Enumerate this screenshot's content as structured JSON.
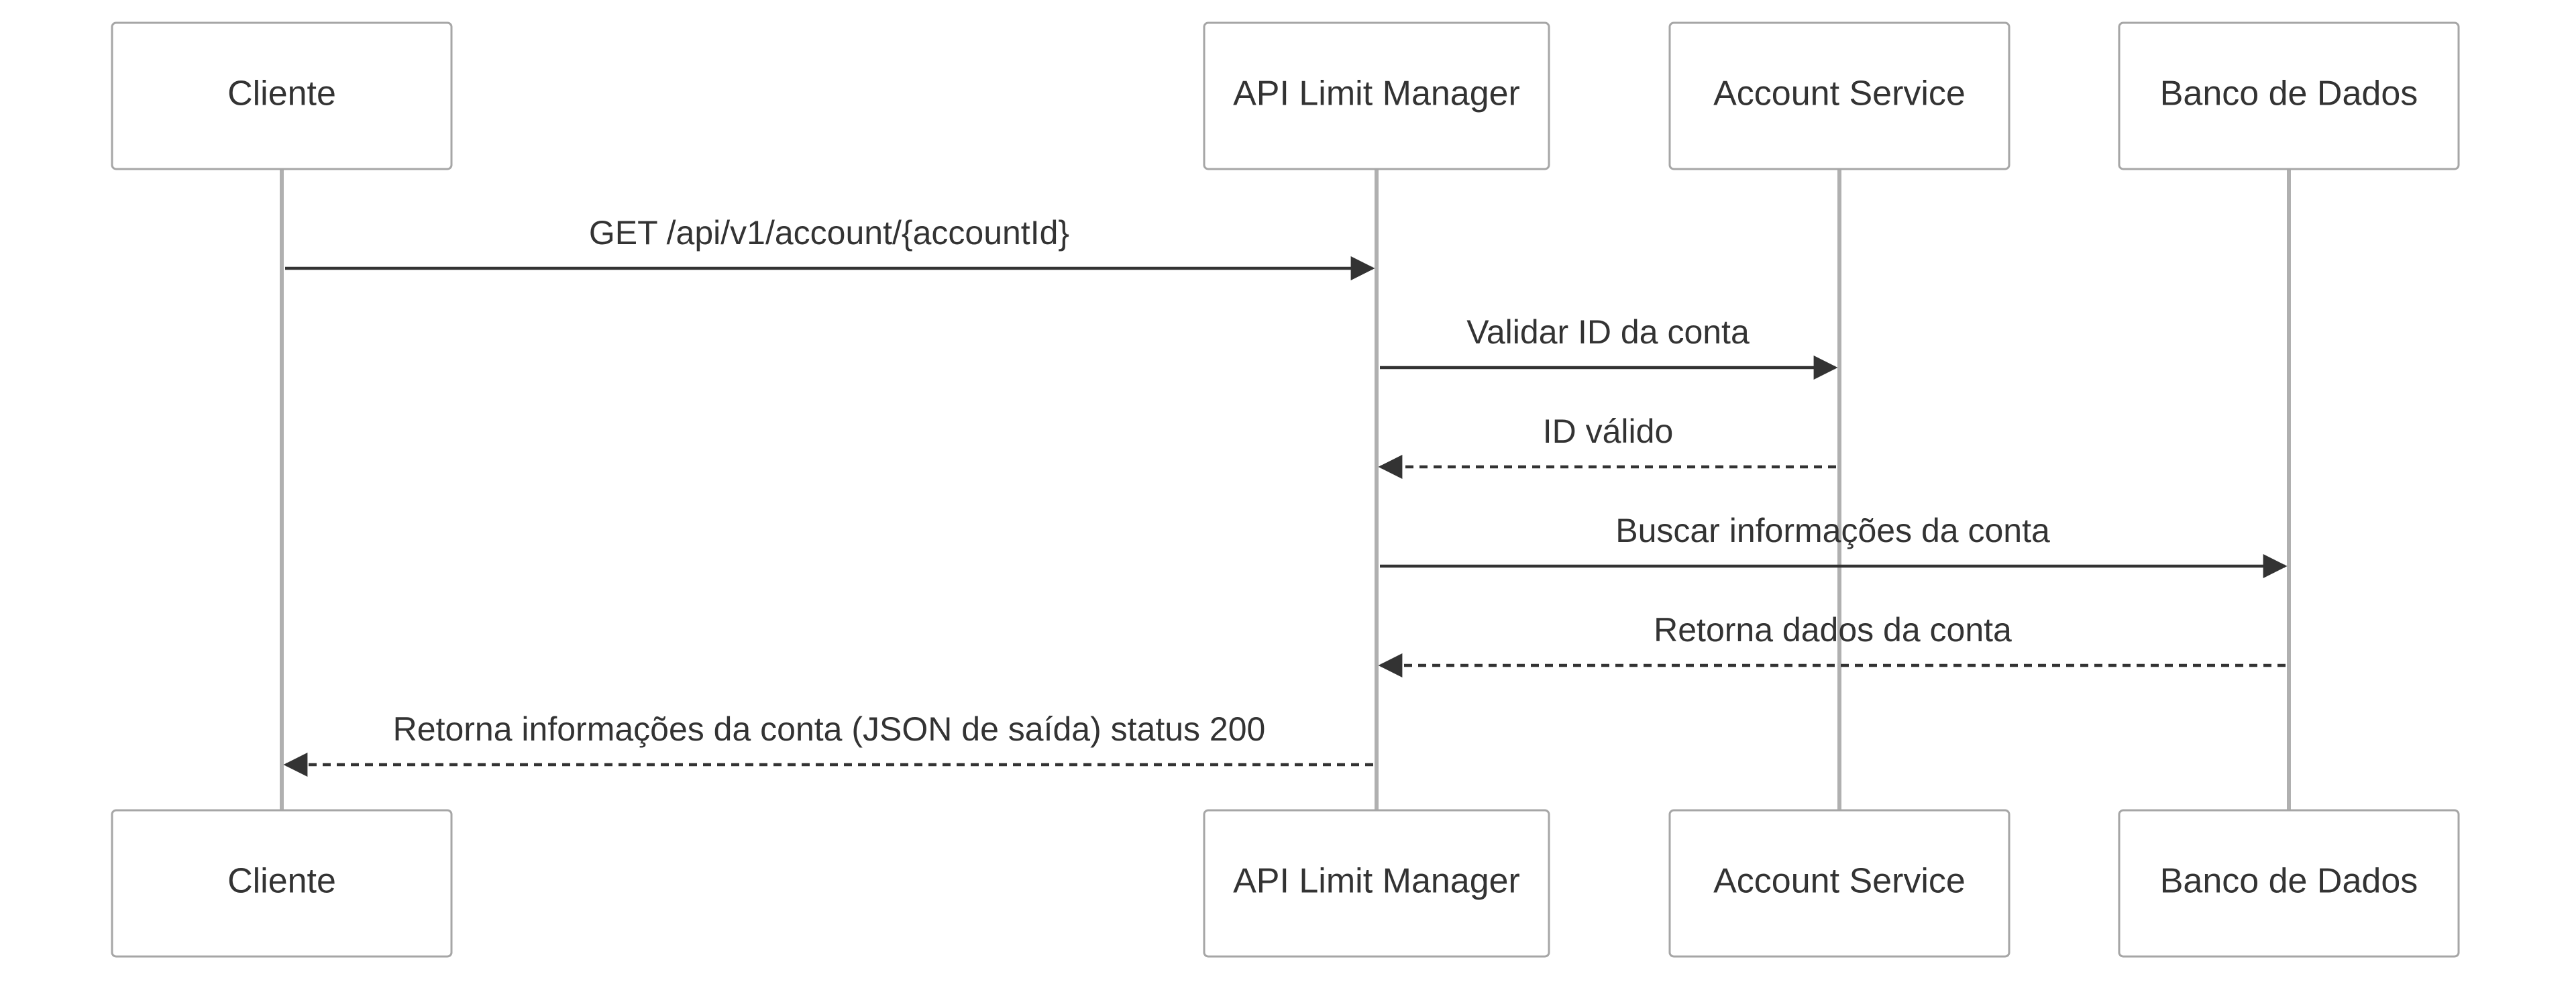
{
  "participants": [
    {
      "id": "cliente",
      "label": "Cliente"
    },
    {
      "id": "api",
      "label": "API Limit Manager"
    },
    {
      "id": "account",
      "label": "Account Service"
    },
    {
      "id": "db",
      "label": "Banco de Dados"
    }
  ],
  "messages": [
    {
      "from": "cliente",
      "to": "api",
      "label": "GET /api/v1/account/{accountId}",
      "style": "solid"
    },
    {
      "from": "api",
      "to": "account",
      "label": "Validar ID da conta",
      "style": "solid"
    },
    {
      "from": "account",
      "to": "api",
      "label": "ID válido",
      "style": "dashed"
    },
    {
      "from": "api",
      "to": "db",
      "label": "Buscar informações da conta",
      "style": "solid"
    },
    {
      "from": "db",
      "to": "api",
      "label": "Retorna dados da conta",
      "style": "dashed"
    },
    {
      "from": "api",
      "to": "cliente",
      "label": "Retorna informações da conta (JSON de saída) status 200",
      "style": "dashed"
    }
  ],
  "colors": {
    "line": "#333333",
    "lifeline": "#b0b0b0",
    "box_border": "#a6a6a6",
    "text": "#333333"
  }
}
